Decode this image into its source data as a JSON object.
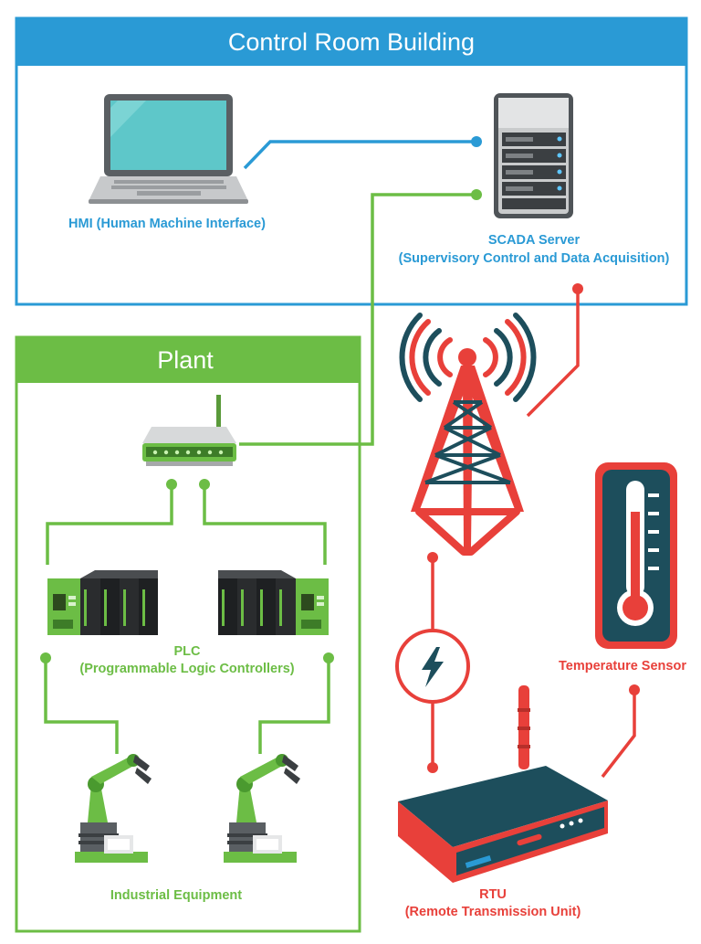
{
  "headers": {
    "control_room": "Control Room Building",
    "plant": "Plant"
  },
  "labels": {
    "hmi": "HMI (Human Machine Interface)",
    "scada_line1": "SCADA Server",
    "scada_line2": "(Supervisory Control and Data Acquisition)",
    "plc_line1": "PLC",
    "plc_line2": "(Programmable Logic Controllers)",
    "industrial": "Industrial Equipment",
    "temperature": "Temperature Sensor",
    "rtu_line1": "RTU",
    "rtu_line2": "(Remote Transmission Unit)"
  },
  "colors": {
    "blue": "#2a9ad5",
    "green": "#6cbd45",
    "red": "#e8403a",
    "dark_teal": "#1d4e5c"
  }
}
